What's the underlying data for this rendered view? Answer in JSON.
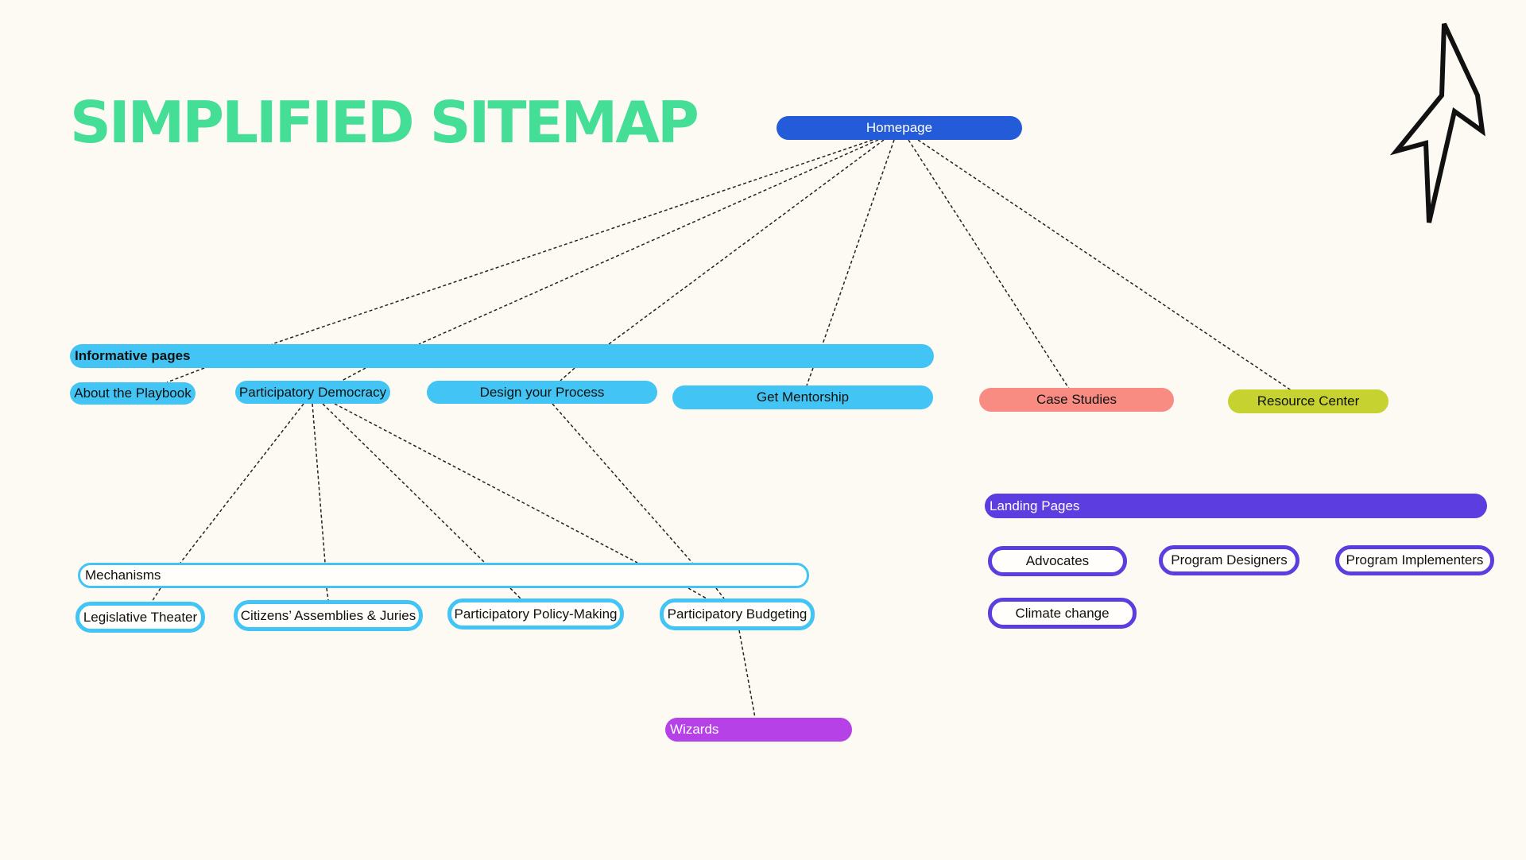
{
  "title": "SIMPLIFIED SITEMAP",
  "icons": {
    "lightning": "lightning-bolt-icon"
  },
  "colors": {
    "title": "#44de97",
    "homepage": "#235bd8",
    "informative": "#42c5f4",
    "case_studies": "#f88c82",
    "resource_center": "#c5d22f",
    "landing": "#5b3de0",
    "wizards": "#b642e7",
    "connector": "#222222"
  },
  "nodes": {
    "homepage": "Homepage",
    "informative_pages": "Informative pages",
    "about_playbook": "About the Playbook",
    "participatory_democracy": "Participatory Democracy",
    "design_process": "Design your Process",
    "get_mentorship": "Get Mentorship",
    "case_studies": "Case Studies",
    "resource_center": "Resource Center",
    "landing_pages": "Landing Pages",
    "advocates": "Advocates",
    "program_designers": "Program Designers",
    "program_implementers": "Program Implementers",
    "climate_change": "Climate change",
    "mechanisms": "Mechanisms",
    "legislative_theater": "Legislative Theater",
    "citizens_assemblies": "Citizens’ Assemblies & Juries",
    "policy_making": "Participatory Policy-Making",
    "budgeting": "Participatory Budgeting",
    "wizards": "Wizards"
  }
}
